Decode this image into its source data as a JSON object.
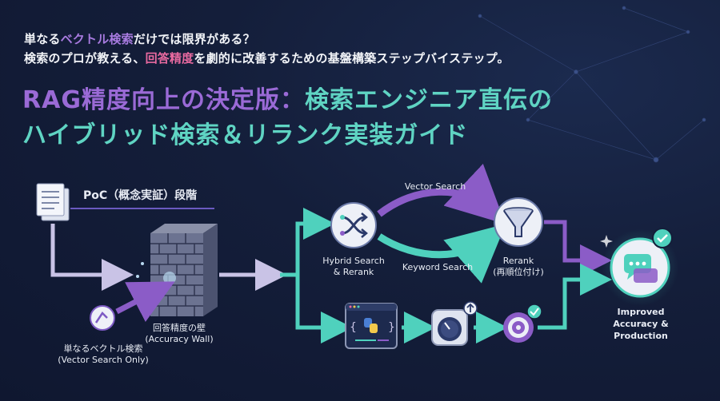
{
  "intro": {
    "line1_part1": "単なる",
    "line1_highlight": "ベクトル検索",
    "line1_part2": "だけでは限界がある？",
    "line2_part1": "検索のプロが教える、",
    "line2_highlight": "回答精度",
    "line2_part2": "を劇的に改善するための基盤構築ステップバイステップ。"
  },
  "title": {
    "part1": "RAG精度向上の決定版：",
    "part2": "検索エンジニア直伝の",
    "line2": "ハイブリッド検索＆リランク実装ガイド"
  },
  "diagram": {
    "poc_label": "PoC（概念実証）段階",
    "wall_label_line1": "回答精度の壁",
    "wall_label_line2": "(Accuracy Wall)",
    "vector_only_line1": "単なるベクトル検索",
    "vector_only_line2": "(Vector Search Only)",
    "vector_search": "Vector Search",
    "keyword_search": "Keyword Search",
    "hybrid_line1": "Hybrid Search",
    "hybrid_line2": "& Rerank",
    "rerank_line1": "Rerank",
    "rerank_line2": "(再順位付け)",
    "result_line1": "Improved",
    "result_line2": "Accuracy &",
    "result_line3": "Production"
  },
  "colors": {
    "purple": "#8b5cc7",
    "teal": "#4fd1bd",
    "lavender": "#c9c3e6",
    "background": "#141e3a"
  },
  "icons": [
    "document-icon",
    "brick-wall-icon",
    "arrow-hand-icon",
    "shuffle-icon",
    "funnel-icon",
    "chat-check-icon",
    "python-code-icon",
    "gauge-icon",
    "target-check-icon"
  ]
}
